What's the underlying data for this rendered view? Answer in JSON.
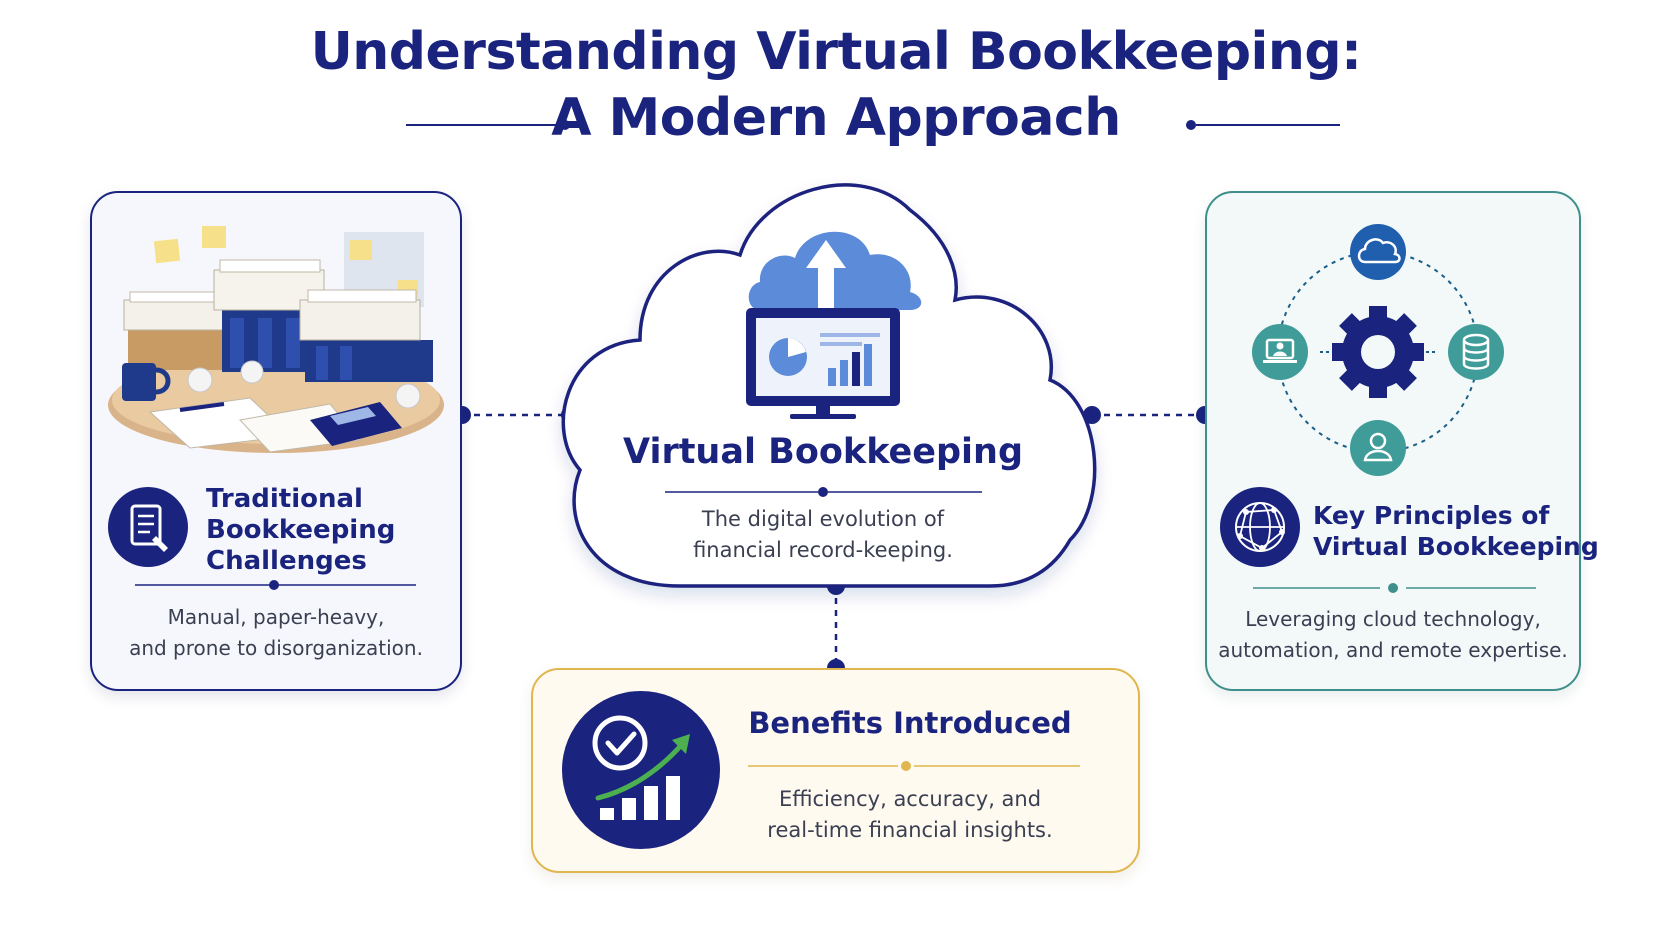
{
  "title": {
    "line1": "Understanding Virtual Bookkeeping:",
    "line2": "A Modern Approach"
  },
  "center": {
    "heading": "Virtual Bookkeeping",
    "description_line1": "The digital evolution of",
    "description_line2": "financial record-keeping."
  },
  "left_card": {
    "heading_line1": "Traditional",
    "heading_line2": "Bookkeeping",
    "heading_line3": "Challenges",
    "description_line1": "Manual, paper-heavy,",
    "description_line2": "and prone to disorganization.",
    "icon": "document-icon",
    "illustration": "paper-stacks-illustration"
  },
  "right_card": {
    "heading_line1": "Key Principles of",
    "heading_line2": "Virtual Bookkeeping",
    "description_line1": "Leveraging cloud technology,",
    "description_line2": "automation, and remote expertise.",
    "icon": "network-globe-icon",
    "hub_icons": [
      "cloud-icon",
      "gear-icon",
      "laptop-user-icon",
      "database-icon",
      "user-icon"
    ]
  },
  "bottom_card": {
    "heading": "Benefits Introduced",
    "description_line1": "Efficiency, accuracy, and",
    "description_line2": "real-time financial insights.",
    "icon": "check-growth-chart-icon"
  },
  "colors": {
    "navy": "#1a237e",
    "teal": "#3f8f8c",
    "gold": "#e0b64e",
    "cloud_blue": "#5b8bd9"
  }
}
